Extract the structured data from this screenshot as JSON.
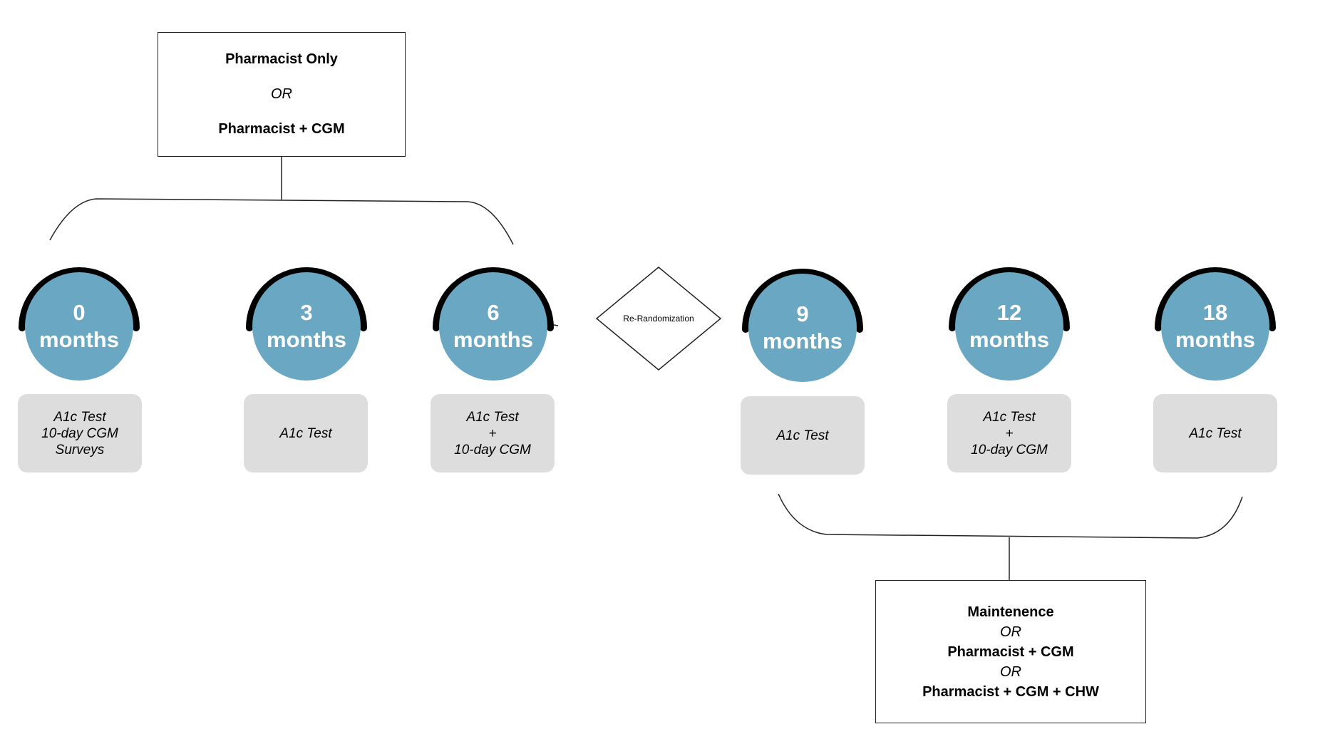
{
  "top_box": {
    "line1": "Pharmacist Only",
    "line2": "OR",
    "line3": "Pharmacist + CGM"
  },
  "bottom_box": {
    "line1": "Maintenence",
    "line2": "OR",
    "line3": "Pharmacist + CGM",
    "line4": "OR",
    "line5": "Pharmacist + CGM + CHW"
  },
  "decision": {
    "label": "Re-Randomization"
  },
  "milestones": [
    {
      "number": "0",
      "unit": "months",
      "tests": [
        "A1c Test",
        "10-day CGM",
        "Surveys"
      ]
    },
    {
      "number": "3",
      "unit": "months",
      "tests": [
        "A1c Test"
      ]
    },
    {
      "number": "6",
      "unit": "months",
      "tests": [
        "A1c Test",
        "+",
        "10-day CGM"
      ]
    },
    {
      "number": "9",
      "unit": "months",
      "tests": [
        "A1c Test"
      ]
    },
    {
      "number": "12",
      "unit": "months",
      "tests": [
        "A1c Test",
        "+",
        "10-day CGM"
      ]
    },
    {
      "number": "18",
      "unit": "months",
      "tests": [
        "A1c Test"
      ]
    }
  ],
  "colors": {
    "circle_fill": "#6aa7c2",
    "arc": "#000000",
    "card_fill": "#dddddd",
    "line": "#222222"
  }
}
